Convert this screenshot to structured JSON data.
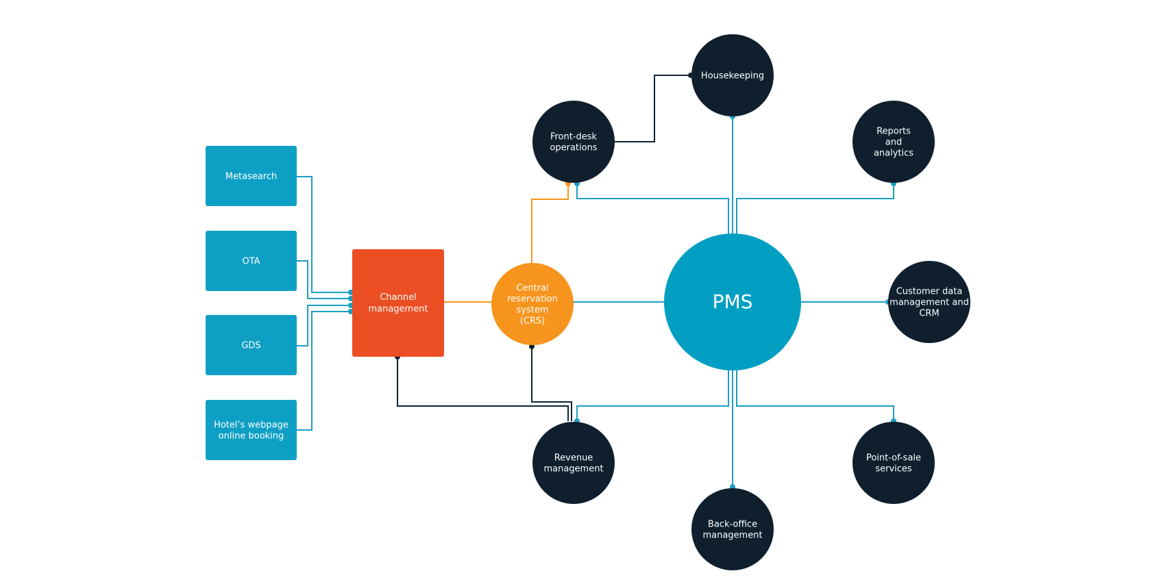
{
  "colors": {
    "source_box": "#0e9fc4",
    "channel_box": "#ea4e22",
    "crs_circle": "#f7941d",
    "pms_circle": "#029fc3",
    "module_circle": "#0f1f2e",
    "connector_blue": "#1a9ec0",
    "connector_orange": "#f7941d",
    "connector_dark": "#0f2233"
  },
  "sources": [
    {
      "lines": [
        "Metasearch"
      ]
    },
    {
      "lines": [
        "OTA"
      ]
    },
    {
      "lines": [
        "GDS"
      ]
    },
    {
      "lines": [
        "Hotel’s webpage",
        "online booking"
      ]
    }
  ],
  "channel": {
    "lines": [
      "Channel",
      "management"
    ]
  },
  "crs": {
    "lines": [
      "Central",
      "reservation",
      "system",
      "(CRS)"
    ]
  },
  "pms": {
    "label": "PMS"
  },
  "modules": {
    "front_desk": {
      "lines": [
        "Front-desk",
        "operations"
      ]
    },
    "housekeeping": {
      "lines": [
        "Housekeeping"
      ]
    },
    "reports": {
      "lines": [
        "Reports",
        "and",
        "analytics"
      ]
    },
    "crm": {
      "lines": [
        "Customer data",
        "management and",
        "CRM"
      ]
    },
    "pos": {
      "lines": [
        "Point-of-sale",
        "services"
      ]
    },
    "back_office": {
      "lines": [
        "Back-office",
        "management"
      ]
    },
    "revenue": {
      "lines": [
        "Revenue",
        "management"
      ]
    }
  }
}
